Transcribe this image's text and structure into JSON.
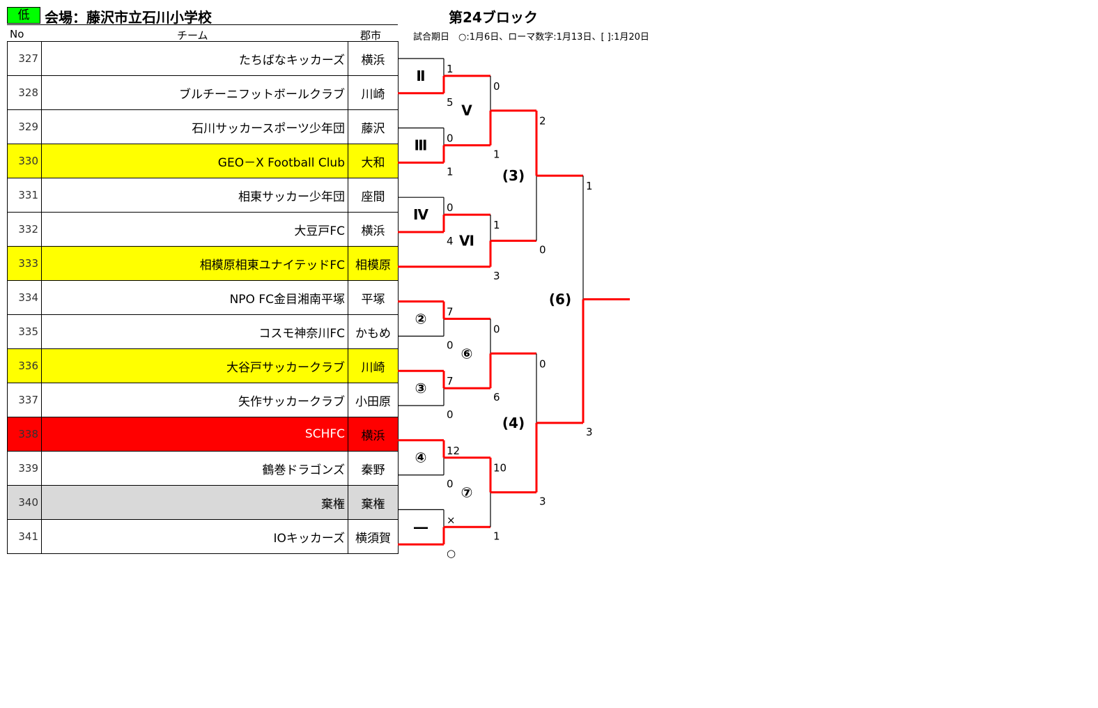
{
  "header": {
    "badge": "低",
    "venue": "会場：藤沢市立石川小学校",
    "block": "第24ブロック",
    "col_no": "No",
    "col_team": "チーム",
    "col_city": "郡市",
    "note": "試合期日　○:1月6日、ローマ数字:1月13日、[ ]:1月20日"
  },
  "colors": {
    "winner_line": "#ff0000",
    "highlight_yellow": "#ffff00",
    "highlight_red": "#ff0000",
    "forfeit_gray": "#d9d9d9",
    "badge_green": "#00ff00"
  },
  "teams": [
    {
      "no": "327",
      "name": "たちばなキッカーズ",
      "city": "横浜",
      "highlight": "none"
    },
    {
      "no": "328",
      "name": "ブルチーニフットボールクラブ",
      "city": "川崎",
      "highlight": "none"
    },
    {
      "no": "329",
      "name": "石川サッカースポーツ少年団",
      "city": "藤沢",
      "highlight": "none"
    },
    {
      "no": "330",
      "name": "GEO－X  Football  Club",
      "city": "大和",
      "highlight": "yellow"
    },
    {
      "no": "331",
      "name": "相東サッカー少年団",
      "city": "座間",
      "highlight": "none"
    },
    {
      "no": "332",
      "name": "大豆戸FC",
      "city": "横浜",
      "highlight": "none"
    },
    {
      "no": "333",
      "name": "相模原相東ユナイテッドFC",
      "city": "相模原",
      "highlight": "yellow"
    },
    {
      "no": "334",
      "name": "NPO  FC金目湘南平塚",
      "city": "平塚",
      "highlight": "none"
    },
    {
      "no": "335",
      "name": "コスモ神奈川FC",
      "city": "かもめ",
      "highlight": "none"
    },
    {
      "no": "336",
      "name": "大谷戸サッカークラブ",
      "city": "川崎",
      "highlight": "yellow"
    },
    {
      "no": "337",
      "name": "矢作サッカークラブ",
      "city": "小田原",
      "highlight": "none"
    },
    {
      "no": "338",
      "name": "SCHFC",
      "city": "横浜",
      "highlight": "red"
    },
    {
      "no": "339",
      "name": "鶴巻ドラゴンズ",
      "city": "秦野",
      "highlight": "none"
    },
    {
      "no": "340",
      "name": "棄権",
      "city": "棄権",
      "highlight": "gray"
    },
    {
      "no": "341",
      "name": "IOキッカーズ",
      "city": "横須賀",
      "highlight": "none"
    }
  ],
  "bracket": {
    "r1": [
      {
        "label": "Ⅱ",
        "top": "1",
        "bottom": "5",
        "winner": "bottom"
      },
      {
        "label": "Ⅲ",
        "top": "0",
        "bottom": "1",
        "winner": "bottom"
      },
      {
        "label": "Ⅳ",
        "top": "0",
        "bottom": "4",
        "winner": "bottom"
      },
      {
        "label": "②",
        "top": "7",
        "bottom": "0",
        "winner": "top"
      },
      {
        "label": "③",
        "top": "7",
        "bottom": "0",
        "winner": "top"
      },
      {
        "label": "④",
        "top": "12",
        "bottom": "0",
        "winner": "top"
      },
      {
        "label": "―",
        "top": "×",
        "bottom": "○",
        "winner": "bottom"
      }
    ],
    "r2": [
      {
        "label": "Ⅴ",
        "top": "0",
        "bottom": "1",
        "winner": "bottom"
      },
      {
        "label": "Ⅵ",
        "top": "1",
        "bottom": "3",
        "winner": "bottom"
      },
      {
        "label": "⑥",
        "top": "0",
        "bottom": "6",
        "winner": "bottom"
      },
      {
        "label": "⑦",
        "top": "10",
        "bottom": "1",
        "winner": "top"
      }
    ],
    "r3": [
      {
        "label": "(3)",
        "top": "2",
        "bottom": "0",
        "winner": "top"
      },
      {
        "label": "(4)",
        "top": "0",
        "bottom": "3",
        "winner": "bottom"
      }
    ],
    "final": {
      "label": "(6)",
      "top": "1",
      "bottom": "3",
      "winner": "bottom"
    }
  }
}
